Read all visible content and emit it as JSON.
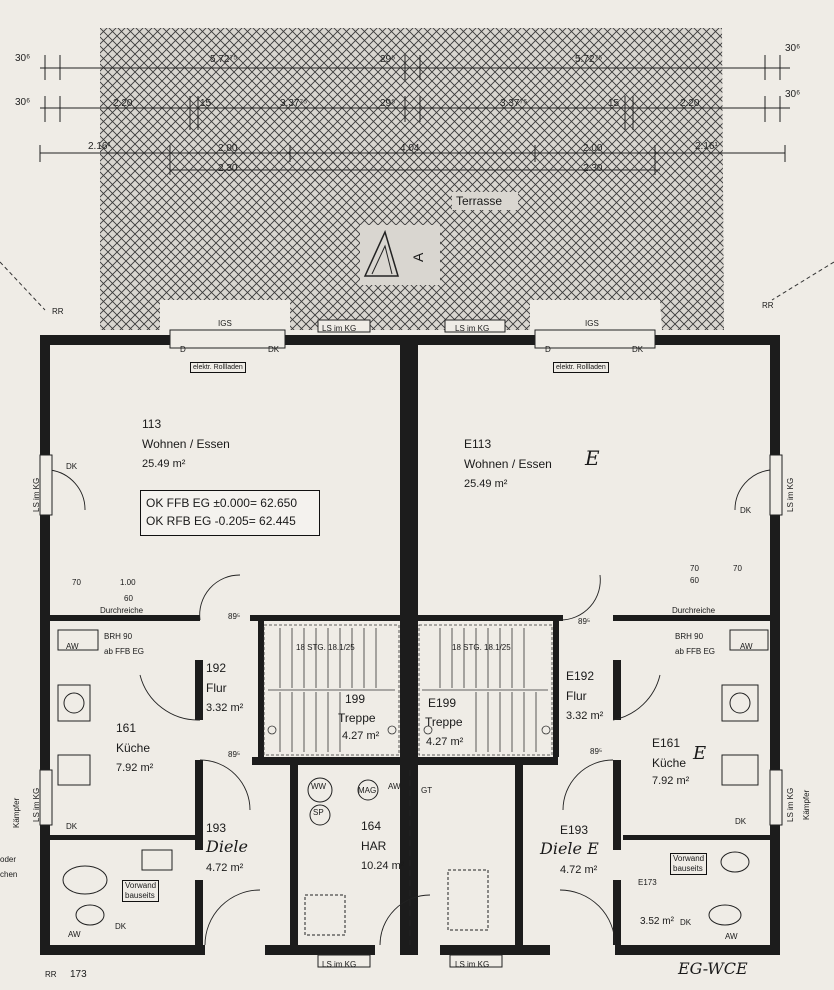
{
  "top_dims": {
    "row1": [
      "30⁶",
      "5.72⁷⁵",
      "29⁵",
      "5.72⁷⁵",
      "30⁶"
    ],
    "row2": [
      "30⁶",
      "2.20",
      "15",
      "3.37⁷⁵",
      "29⁵",
      "3.37⁷⁵",
      "15",
      "2.20",
      "30⁶"
    ],
    "row3": [
      "2.16¹",
      "2.00",
      "4.04",
      "2.00",
      "2.16¹"
    ],
    "row3b": [
      "2.30",
      "2.30"
    ]
  },
  "terrace": {
    "label": "Terrasse",
    "section_marker": "A"
  },
  "rooms": {
    "wohnen_l": {
      "no": "113",
      "name": "Wohnen / Essen",
      "area": "25.49 m²"
    },
    "wohnen_r": {
      "no": "E113",
      "name": "Wohnen / Essen",
      "area": "25.49 m²",
      "note": "E"
    },
    "flur_l": {
      "no": "192",
      "name": "Flur",
      "area": "3.32 m²"
    },
    "flur_r": {
      "no": "E192",
      "name": "Flur",
      "area": "3.32 m²"
    },
    "treppe_l": {
      "no": "199",
      "name": "Treppe",
      "area": "4.27 m²",
      "steps": "18 STG. 18.1/25"
    },
    "treppe_r": {
      "no": "E199",
      "name": "Treppe",
      "area": "4.27 m²",
      "steps": "18 STG. 18.1/25"
    },
    "kueche_l": {
      "no": "161",
      "name": "Küche",
      "area": "7.92 m²"
    },
    "kueche_r": {
      "no": "E161",
      "name": "Küche",
      "area": "7.92 m²",
      "note": "E"
    },
    "diele_l": {
      "no": "193",
      "hand": "Diele",
      "area": "4.72 m²"
    },
    "diele_r": {
      "no": "E193",
      "hand": "Diele E",
      "area": "4.72 m²"
    },
    "har": {
      "no": "164",
      "name": "HAR",
      "area": "10.24 m²"
    },
    "wc_l": {
      "no": "173"
    },
    "wc_r": {
      "no": "E173",
      "area": "3.52 m²"
    }
  },
  "level_box": {
    "line1": "OK FFB EG ±0.000= 62.650",
    "line2": "OK RFB EG -0.205= 62.445"
  },
  "labels": {
    "igs": "IGS",
    "ls_kg": "LS im KG",
    "rollladen": "elektr. Rollladen",
    "d": "D",
    "dk": "DK",
    "rr": "RR",
    "aw": "AW",
    "durchreiche": "Durchreiche",
    "brh": "BRH 90",
    "ab_ffb": "ab FFB EG",
    "dim_70": "70",
    "dim_100": "1.00",
    "dim_60": "60",
    "dim_89": "89⁵",
    "vorwand": "Vorwand",
    "vorwand2": "bauseits",
    "ww": "WW",
    "sp": "SP",
    "mag": "MAG",
    "gt": "GT",
    "kaempfer": "Kämpfer",
    "hand_bottom": "EG-WCE",
    "tresen_left": "oder",
    "tresen_left2": "chen",
    "bottom_173": "173"
  }
}
